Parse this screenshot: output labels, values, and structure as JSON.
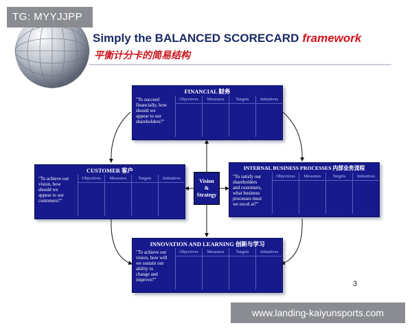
{
  "watermark_tag": "TG: MYYJJPP",
  "title": {
    "main": "Simply the BALANCED SCORECARD",
    "accent": "framework"
  },
  "subtitle": "平衡计分卡的简易结构",
  "center": {
    "label": "Vision\n&\nStrategy"
  },
  "columns": [
    "Objectives",
    "Measures",
    "Targets",
    "Initiatives"
  ],
  "panels": {
    "financial": {
      "title": "FINANCIAL 财务",
      "question": "\"To succeed\nfinancially, how\nshould we\nappear to our\nshareholders?\""
    },
    "customer": {
      "title": "CUSTOMER 客户",
      "question": "\"To achieve our\nvision, how\nshould we\nappear to our\ncustomers?\""
    },
    "internal": {
      "title": "INTERNAL BUSINESS PROCESSES 内部业务流程",
      "question": "\"To satisfy our\nshareholders\nand customers,\nwhat business\nprocesses must\nwe excel at?\""
    },
    "innovation": {
      "title": "INNOVATION AND LEARNING 创新与学习",
      "question": "\"To achieve our\nvision, how will\nwe sustain our\nability to\nchange and\nimprove?\""
    }
  },
  "page_number": "3",
  "footer_url": "www.landing-kaiyunsports.com",
  "colors": {
    "panel": "#161a8c",
    "title_blue": "#1a2a66",
    "accent_red": "#d0131d"
  }
}
